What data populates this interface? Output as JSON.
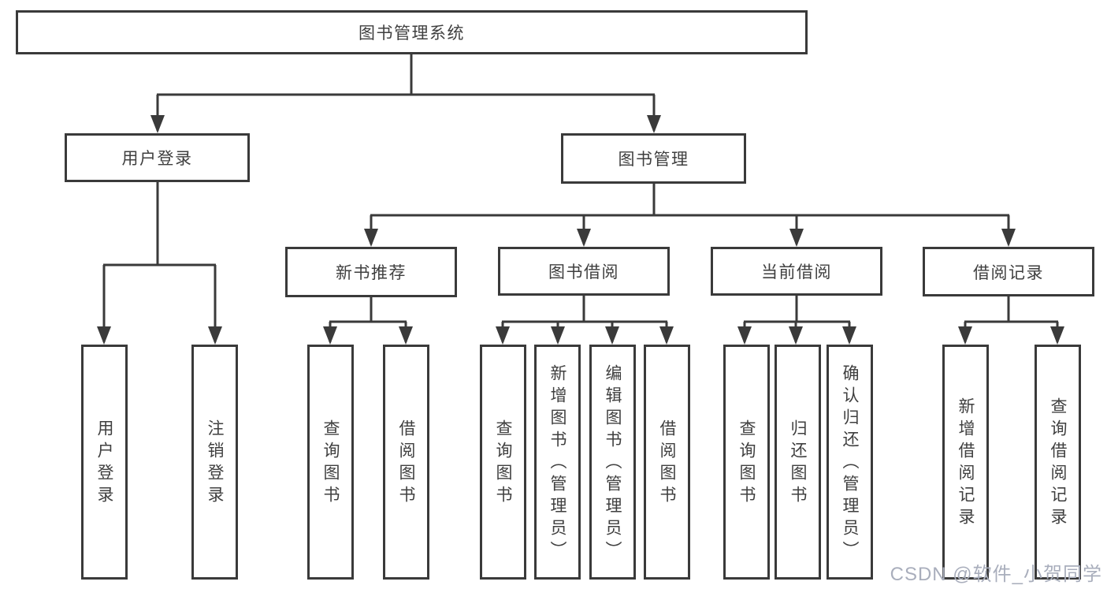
{
  "diagram": {
    "title_node": "图书管理系统",
    "nodes": {
      "root": "图书管理系统",
      "user_login": "用户登录",
      "book_management": "图书管理",
      "new_book_recommend": "新书推荐",
      "book_borrowing": "图书借阅",
      "current_borrowing": "当前借阅",
      "borrowing_records": "借阅记录",
      "leaves": {
        "user_login": [
          "用户登录",
          "注销登录"
        ],
        "new_book_recommend": [
          "查询图书",
          "借阅图书"
        ],
        "book_borrowing": [
          "查询图书",
          "新增图书（管理员）",
          "编辑图书（管理员）",
          "借阅图书"
        ],
        "current_borrowing": [
          "查询图书",
          "归还图书",
          "确认归还（管理员）"
        ],
        "borrowing_records": [
          "新增借阅记录",
          "查询借阅记录"
        ]
      }
    },
    "colors": {
      "line": "#3a3a3a",
      "text": "#3f3f3f",
      "box_background": "#ffffff",
      "watermark": "#a9aebc"
    }
  },
  "watermark": "CSDN @软件_小贺同学"
}
